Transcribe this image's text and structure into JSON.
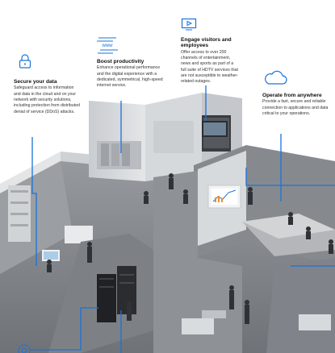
{
  "callouts": {
    "secure": {
      "title": "Secure your data",
      "body": "Safeguard access to information and data in the cloud and on your network with security solutions, including protection from distributed denial of service (DDoS) attacks.",
      "icon": "lock-icon"
    },
    "productivity": {
      "title": "Boost productivity",
      "body": "Enhance operational performance and the digital experience with a dedicated, symmetrical, high-speed internet service.",
      "icon": "www-speed-icon"
    },
    "engage": {
      "title": "Engage visitors and employees",
      "body": "Offer access to over 200 channels of entertainment, news and sports as part of a full suite of HDTV services that are not susceptible to weather-related outages.",
      "icon": "tv-play-icon"
    },
    "operate": {
      "title": "Operate from anywhere",
      "body": "Provide a fast, secure and reliable connection to applications and data critical to your operations.",
      "icon": "cloud-icon"
    }
  },
  "colors": {
    "accent": "#1a73d9",
    "floor": "#8a8e93",
    "wall": "#d9dcdf"
  }
}
